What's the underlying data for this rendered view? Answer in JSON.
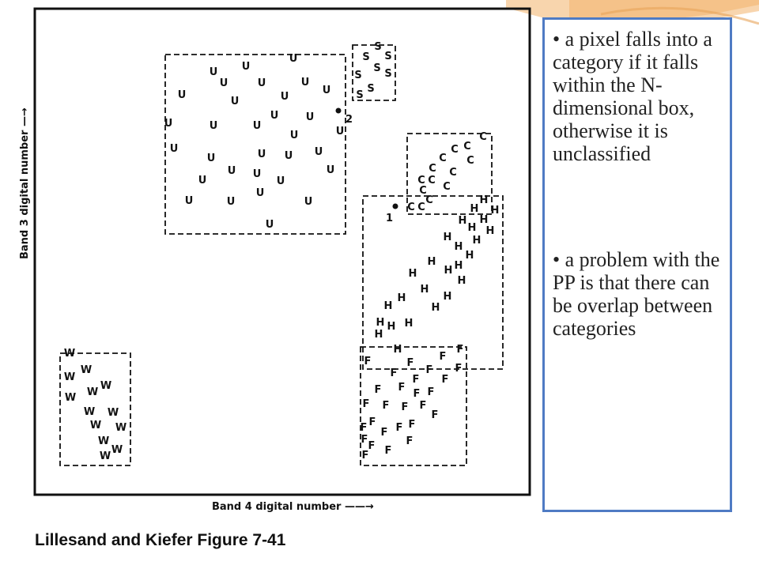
{
  "figure": {
    "x_axis_label": "Band 4 digital number",
    "y_axis_label": "Band 3 digital number",
    "caption": "Lillesand and Kiefer Figure 7-41",
    "marked_point_labels": [
      "1",
      "2"
    ]
  },
  "notes": [
    "a pixel falls into a category if it falls within the N-dimensional box, otherwise it is unclassified",
    "a problem with the PP is that there can be overlap between categories"
  ],
  "bullet": "•",
  "colors": {
    "note_border": "#4f7bc4",
    "accent_ribbon": "#f2b36b",
    "ink": "#111111"
  },
  "classes": [
    "U",
    "S",
    "C",
    "H",
    "F",
    "W"
  ]
}
